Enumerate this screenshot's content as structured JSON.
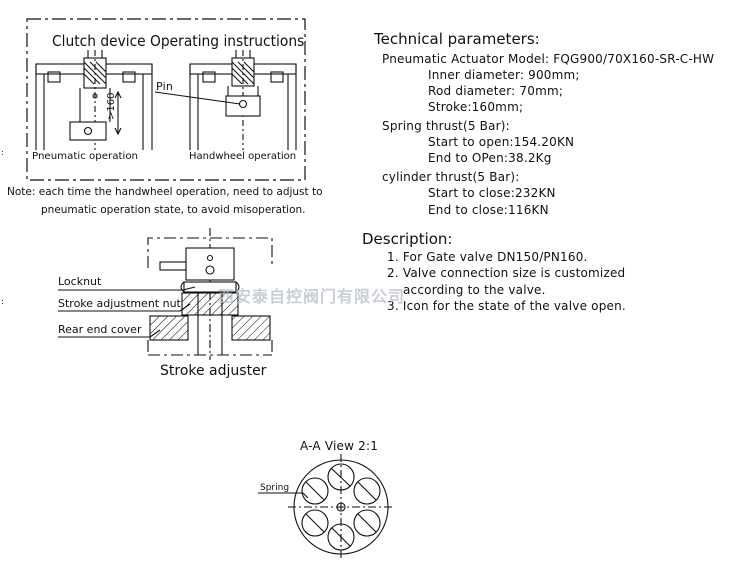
{
  "clutch": {
    "title": "Clutch device Operating instructions",
    "pneumatic_label": "Pneumatic operation",
    "handwheel_label": "Handwheel operation",
    "pin_label": "Pin",
    "dimension_label": ">160"
  },
  "note": {
    "line1": "Note: each time the handwheel operation, need to adjust to",
    "line2": "pneumatic operation state, to avoid misoperation."
  },
  "technical": {
    "heading": "Technical parameters:",
    "model": "Pneumatic Actuator Model: FQG900/70X160-SR-C-HW",
    "inner_diameter": "Inner diameter: 900mm;",
    "rod_diameter": "Rod diameter: 70mm;",
    "stroke": "Stroke:160mm;",
    "spring_heading": "Spring thrust(5 Bar):",
    "spring_open": "Start to open:154.20KN",
    "spring_end": "End to OPen:38.2Kg",
    "cylinder_heading": "cylinder thrust(5 Bar):",
    "cylinder_start": "Start to close:232KN",
    "cylinder_end": "End to close:116KN"
  },
  "description": {
    "heading": "Description:",
    "item1": "1. For Gate valve DN150/PN160.",
    "item2a": "2. Valve connection size is customized",
    "item2b": "according to the valve.",
    "item3": "3. Icon for the state of the valve open."
  },
  "stroke_adjuster": {
    "locknut": "Locknut",
    "adjustment_nut": "Stroke adjustment nut",
    "rear_cover": "Rear end cover",
    "caption": "Stroke adjuster"
  },
  "section_view": {
    "title": "A-A View 2:1",
    "spring_label": "Spring"
  },
  "watermark": {
    "text": "西安泰自控阀门有限公司"
  }
}
